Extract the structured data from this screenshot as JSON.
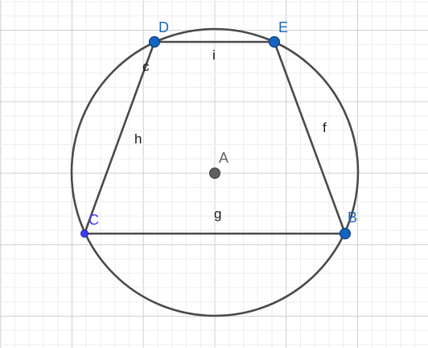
{
  "points": {
    "A": {
      "label": "A",
      "color": "#606060"
    },
    "B": {
      "label": "B",
      "color": "#1565c0"
    },
    "C": {
      "label": "C",
      "color": "#3b3bff"
    },
    "D": {
      "label": "D",
      "color": "#1565c0"
    },
    "E": {
      "label": "E",
      "color": "#1565c0"
    }
  },
  "segments": {
    "g": {
      "label": "g"
    },
    "f": {
      "label": "f"
    },
    "i": {
      "label": "i"
    },
    "h": {
      "label": "h"
    },
    "c": {
      "label": "c"
    }
  },
  "colors": {
    "stroke": "#4a4a4a",
    "grid_minor": "#ededed",
    "grid_major": "#cfcfcf"
  }
}
